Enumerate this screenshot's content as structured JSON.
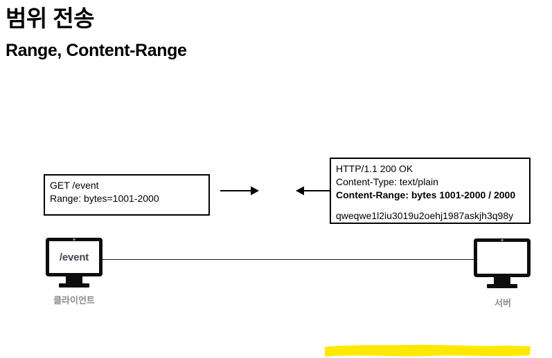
{
  "slide": {
    "title": "범위 전송",
    "subtitle": "Range, Content-Range"
  },
  "request_box": {
    "name": "http-request-message",
    "lines": [
      "GET /event",
      "Range: bytes=1001-2000"
    ]
  },
  "response_box": {
    "name": "http-response-message",
    "status_line": "HTTP/1.1 200 OK",
    "content_type": "Content-Type: text/plain",
    "content_range": "Content-Range: bytes 1001-2000 / 2000",
    "body": "qweqwe1l2iu3019u2oehj1987askjh3q98y"
  },
  "arrows": {
    "request_direction": "right-arrow-icon",
    "response_direction": "left-arrow-icon"
  },
  "client": {
    "screen_text": "/event",
    "label": "클라이언트",
    "icon": "desktop-monitor-icon"
  },
  "server": {
    "screen_text": "",
    "label": "서버",
    "icon": "desktop-monitor-icon"
  },
  "colors": {
    "highlight": "#ffe800",
    "text": "#000000",
    "device_label": "#8a8a8a",
    "screen_text": "#3d4455",
    "line": "#1a1a1a"
  }
}
